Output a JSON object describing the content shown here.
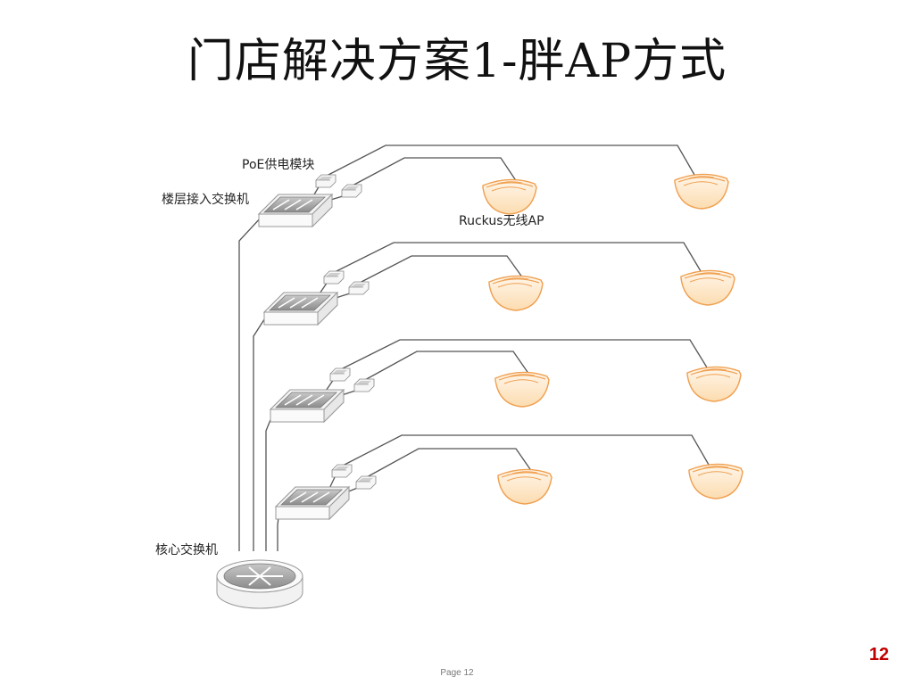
{
  "slide": {
    "title": "门店解决方案1-胖AP方式",
    "page_label": "Page 12",
    "page_number": "12"
  },
  "diagram": {
    "labels": {
      "poe_module": "PoE供电模块",
      "floor_switch": "楼层接入交换机",
      "ap": "Ruckus无线AP",
      "core_switch": "核心交换机"
    },
    "floors": 4,
    "aps_per_floor": 2,
    "colors": {
      "ap_stroke": "#f0a050",
      "ap_fill": "#fdebd2",
      "line": "#555555",
      "switch": "#8a8a8a"
    }
  }
}
